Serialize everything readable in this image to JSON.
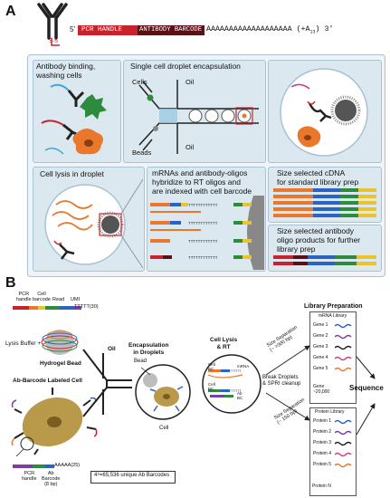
{
  "panel_a": {
    "label": "A",
    "construct": {
      "prime5": "5'",
      "pcr_handle": "PCR HANDLE",
      "antibody_barcode": "ANTIBODY BARCODE",
      "polya": "AAAAAAAAAAAAAAAAAAA (+A",
      "polya_sub": "13",
      "prime3": ") 3'",
      "ss": "S-S"
    },
    "box1_title": "Antibody binding,\nwashing cells",
    "box2_title": "Single cell droplet encapsulation",
    "box2_cells": "Cells",
    "box2_oil_top": "Oil",
    "box2_oil_bottom": "Oil",
    "box2_beads": "Beads",
    "box4_title": "Cell lysis in droplet",
    "box5_title": "mRNAs and antibody-oligos\nhybridize to RT oligos and\nare indexed with cell barcode",
    "box6_title": "Size selected cDNA\nfor standard library prep",
    "box7_title": "Size selected antibody\noligo products for further\nlibrary prep",
    "colors": {
      "panel": "#dbe8ef",
      "red": "#c8232c",
      "darkred": "#5a1015",
      "orange": "#e9782c",
      "green": "#2e8b3e"
    }
  },
  "panel_b": {
    "label": "B",
    "top_oligo": {
      "pcr_handle": "PCR\nhandle",
      "cell_barcode": "Cell\nbarcode",
      "read": "Read",
      "umi": "UMI",
      "polyt": "TTTTT(30)"
    },
    "lysis_buffer": "Lysis Buffer +",
    "hydrogel_bead": "Hydrogel Bead",
    "ab_cell": "Ab-Barcode Labeled Cell",
    "oil": "Oil",
    "encapsulation": "Encapsulation\nin Droplets",
    "bead": "Bead",
    "cell": "Cell",
    "cell_lysis": "Cell Lysis\n& RT",
    "mrna": "mRNA",
    "cell_bc_1": "Cell\nBC",
    "cell_bc_2": "Cell\nBC",
    "ab_bc": "Ab\nBC",
    "break_droplets": "Break Droplets\n& SPRI cleanup",
    "size_sep_1": "Size Separation\n(~ >300 bp)",
    "size_sep_2": "Size Separation\n(~ 150 bp)",
    "library_prep": "Library Preparation",
    "mrna_library": "mRNA Library",
    "genes": [
      "Gene 1",
      "Gene 2",
      "Gene 3",
      "Gene 4",
      "Gene 5"
    ],
    "gene_last": "Gene\n~20,000",
    "protein_library": "Protein Library",
    "proteins": [
      "Protein 1",
      "Protein 2",
      "Protein 3",
      "Protein 4",
      "Protein 5"
    ],
    "protein_last": "Protein N",
    "sequence": "Sequence",
    "bottom_oligo": {
      "polya": "AAAAA(25)",
      "pcr_handle": "PCR\nhandle",
      "ab_barcode": "Ab\nBarcode\n(8 bp)"
    },
    "unique_barcodes": "4⁸=65,536 unique Ab Barcodes"
  }
}
